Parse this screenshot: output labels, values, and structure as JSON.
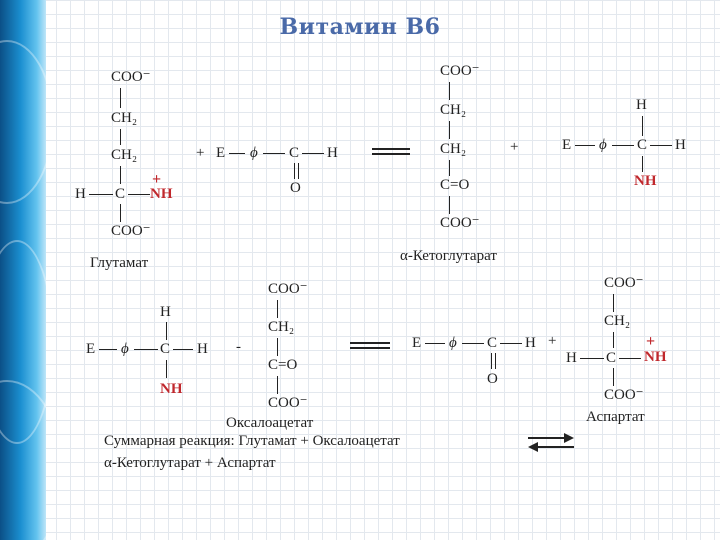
{
  "title": "Витамин В6",
  "glutamate": {
    "coo_top": "COO⁻",
    "ch2_a": "CH₂",
    "ch2_b": "CH₂",
    "h": "H",
    "c": "C",
    "plus": "+",
    "nh": "NH",
    "coo_bottom": "COO⁻",
    "name": "Глутамат"
  },
  "reaction1": {
    "plus_left": "+",
    "e": "E",
    "phi": "ϕ",
    "c": "C",
    "h": "H",
    "o": "O",
    "plus_mid": "+"
  },
  "ketoglutarate": {
    "coo_top": "COO⁻",
    "ch2_a": "CH₂",
    "ch2_b": "CH₂",
    "c_eq_o": "C=O",
    "coo_bottom": "COO⁻",
    "name": "α-Кетоглутарат"
  },
  "pmp1": {
    "h_top": "H",
    "e": "E",
    "phi": "ϕ",
    "c": "C",
    "h_right": "H",
    "nh": "NH"
  },
  "pmp2": {
    "h_top": "H",
    "e": "E",
    "phi": "ϕ",
    "c": "C",
    "h_right": "H",
    "nh": "NH"
  },
  "oxaloacetate": {
    "coo_top": "COO⁻",
    "ch2": "CH₂",
    "c_eq_o": "C=O",
    "coo_bottom": "COO⁻",
    "name": "Оксалоацетат",
    "dash": "-"
  },
  "reaction2": {
    "e": "E",
    "phi": "ϕ",
    "c": "C",
    "h": "H",
    "o": "O",
    "plus": "+"
  },
  "aspartate": {
    "coo_top": "COO⁻",
    "ch2": "CH₂",
    "h": "H",
    "c": "C",
    "plus": "+",
    "nh": "NH",
    "coo_bottom": "COO⁻",
    "name": "Аспартат"
  },
  "summary": {
    "line1": "Суммарная реакция: Глутамат + Оксалоацетат",
    "line2": "α-Кетоглутарат + Аспартат"
  }
}
